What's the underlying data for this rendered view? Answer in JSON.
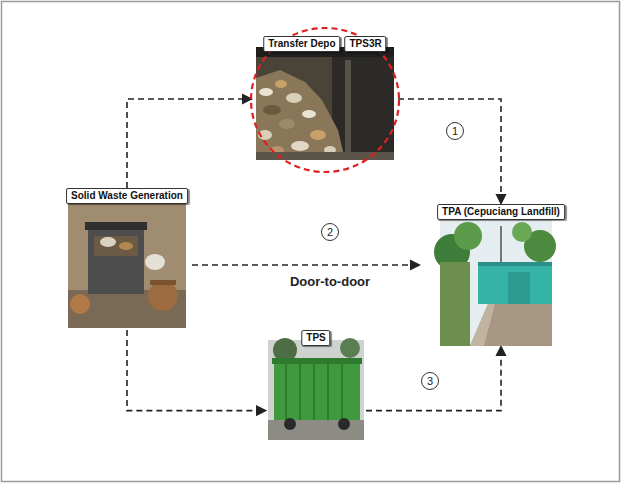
{
  "diagram": {
    "nodes": [
      {
        "text": [
          "Transfer Depo",
          "TPS3R"
        ]
      },
      {
        "text": [
          "Solid Waste Generation"
        ]
      },
      {
        "text": [
          "TPA (Cepuciang Landfill)"
        ]
      },
      {
        "text": [
          "TPS"
        ]
      }
    ],
    "edges": [
      {
        "from": 1,
        "to": 0,
        "arrow": "to"
      },
      {
        "from": 0,
        "to": 2,
        "arrow": "to",
        "label": "1"
      },
      {
        "from": 1,
        "to": 2,
        "arrow": "to",
        "label": "2"
      },
      {
        "from": 1,
        "to": 3,
        "arrow": "to"
      },
      {
        "from": 3,
        "to": 2,
        "arrow": "to",
        "label": "3"
      }
    ],
    "labels": [
      "Door-to-door"
    ]
  }
}
